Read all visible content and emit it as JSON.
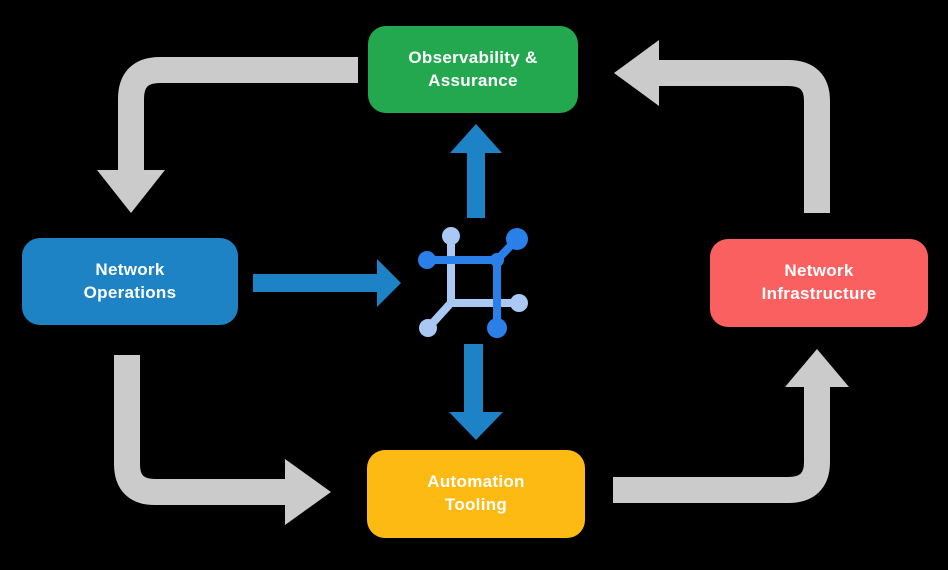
{
  "canvas": {
    "background": "#000000"
  },
  "diagram": {
    "nodes": [
      {
        "id": "observability-assurance",
        "label": "Observability &\nAssurance",
        "color": "#24a84f",
        "text_color": "#ffffff"
      },
      {
        "id": "network-operations",
        "label": "Network\nOperations",
        "color": "#1e83c5",
        "text_color": "#ffffff"
      },
      {
        "id": "network-infrastructure",
        "label": "Network\nInfrastructure",
        "color": "#fb6060",
        "text_color": "#ffffff"
      },
      {
        "id": "automation-tooling",
        "label": "Automation\nTooling",
        "color": "#fcba13",
        "text_color": "#ffffff"
      }
    ],
    "center_icon": {
      "name": "network-fabric-icon",
      "color_dark": "#2b7fe8",
      "color_light": "#a9c8f3"
    },
    "arrow_colors": {
      "cycle_gray": "#cbcbcb",
      "center_blue": "#1d82c6"
    },
    "flows": [
      {
        "from": "observability-assurance",
        "to": "network-operations",
        "style": "gray-elbow"
      },
      {
        "from": "network-operations",
        "to": "automation-tooling",
        "style": "gray-elbow"
      },
      {
        "from": "automation-tooling",
        "to": "network-infrastructure",
        "style": "gray-elbow"
      },
      {
        "from": "network-infrastructure",
        "to": "observability-assurance",
        "style": "gray-elbow"
      },
      {
        "from": "network-operations",
        "to": "center-icon",
        "style": "blue-straight"
      },
      {
        "from": "center-icon",
        "to": "observability-assurance",
        "style": "blue-straight"
      },
      {
        "from": "center-icon",
        "to": "automation-tooling",
        "style": "blue-straight"
      }
    ]
  }
}
